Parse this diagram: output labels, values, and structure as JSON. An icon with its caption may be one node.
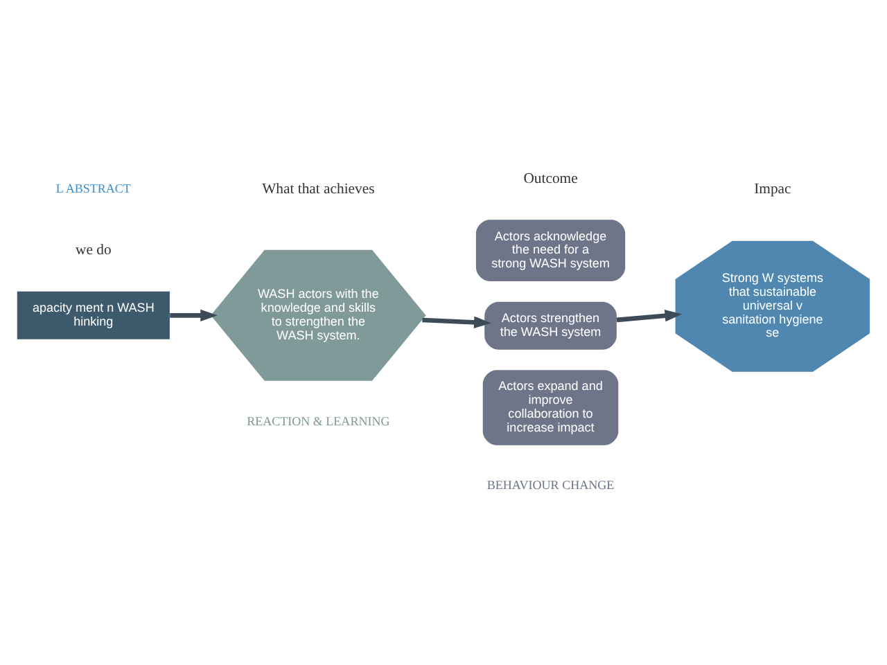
{
  "diagram": {
    "nodes": [
      {
        "text": [
          "apacity ment n WASH hinking"
        ]
      },
      {
        "text": [
          "WASH actors with the knowledge and skills to strengthen the WASH system."
        ]
      },
      {
        "text": [
          "Actors acknowledge the need for a strong WASH system"
        ]
      },
      {
        "text": [
          "Actors strengthen the WASH system"
        ]
      },
      {
        "text": [
          "Actors expand and improve collaboration to increase impact"
        ]
      },
      {
        "text": [
          "Strong W systems that sustainable universal v sanitation hygiene se"
        ]
      }
    ],
    "edges": [
      {
        "from": 0,
        "to": 1,
        "arrow": "to"
      },
      {
        "from": 1,
        "to": 3,
        "arrow": "to"
      },
      {
        "from": 3,
        "to": 5,
        "arrow": "to"
      }
    ],
    "labels": [
      "L ABSTRACT",
      "we do",
      "What that achieves",
      "Outcome",
      "Impac",
      "REACTION & LEARNING",
      "BEHAVIOUR CHANGE"
    ]
  }
}
